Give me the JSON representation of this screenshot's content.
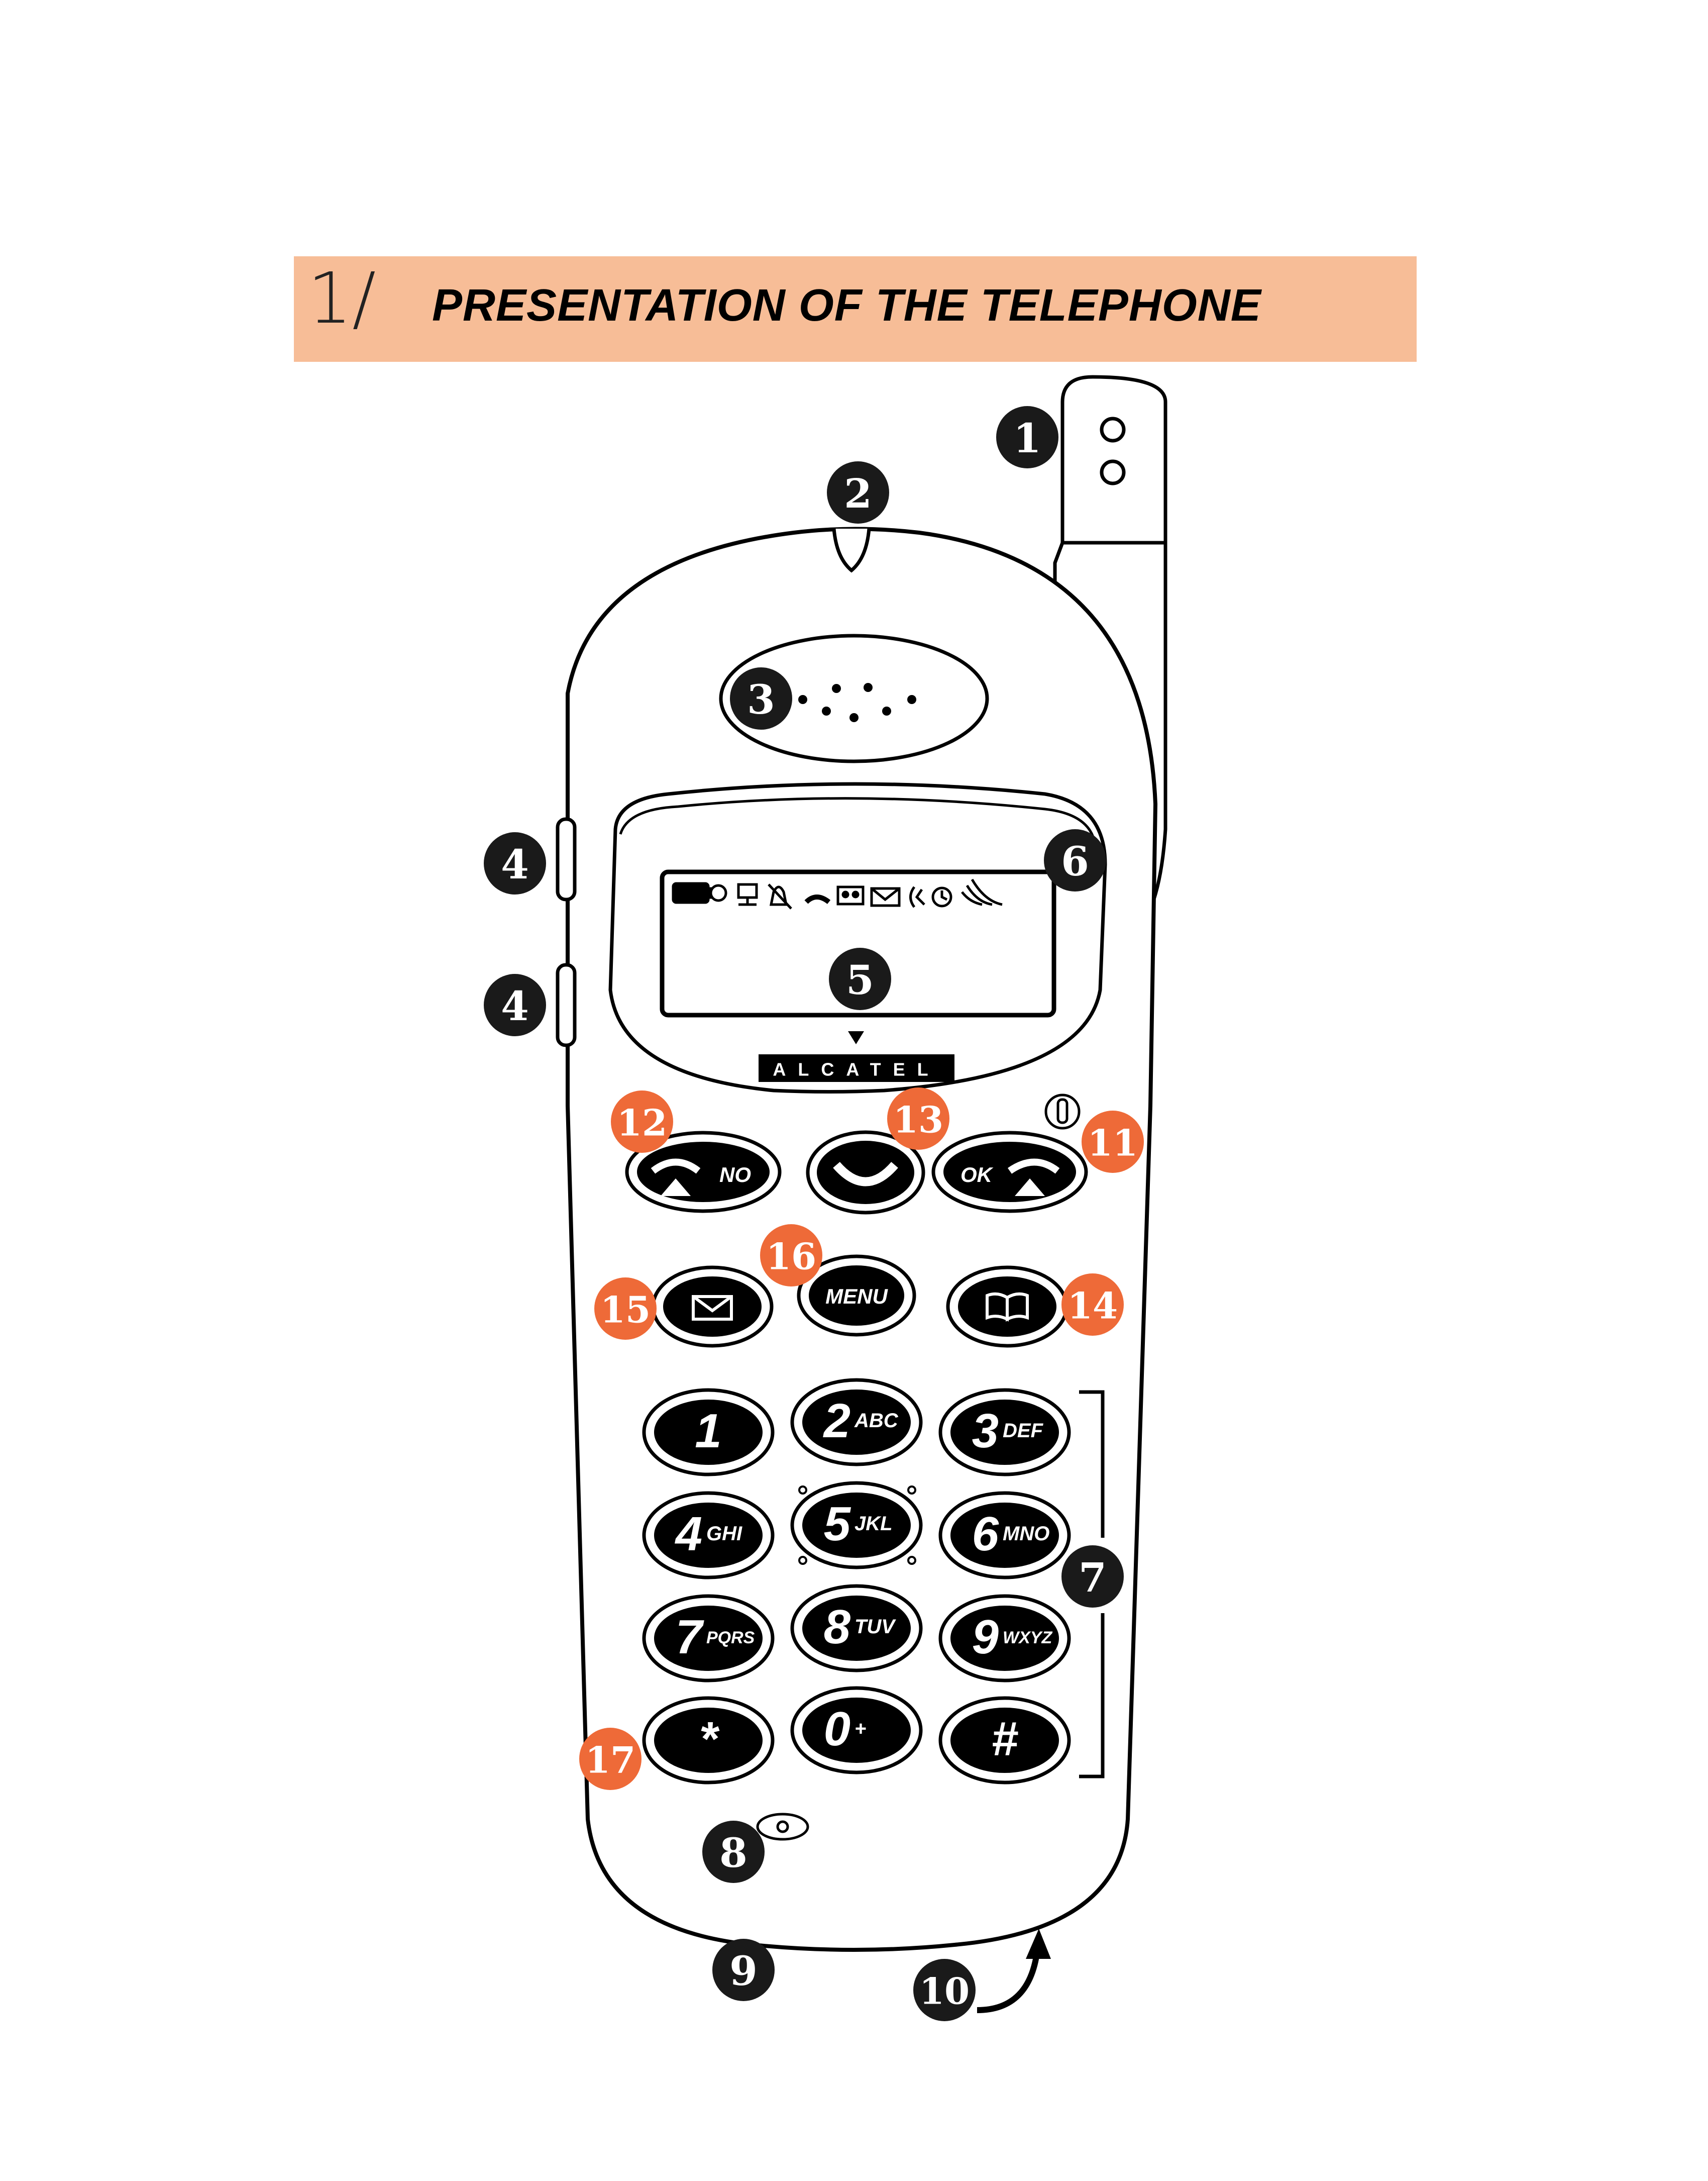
{
  "header": {
    "section_number": "1/",
    "title": "PRESENTATION OF THE TELEPHONE",
    "banner_color": "#f7bd97"
  },
  "display": {
    "brand": "ALCATEL",
    "icons": [
      "battery-icon",
      "network-icon",
      "silent-bell-icon",
      "handset-icon",
      "phonebook-card-icon",
      "envelope-icon",
      "call-forward-icon",
      "clock-icon",
      "signal-icon"
    ]
  },
  "callouts": {
    "black": [
      "1",
      "2",
      "3",
      "4",
      "4",
      "5",
      "6",
      "7",
      "8",
      "9",
      "10"
    ],
    "orange": [
      "11",
      "12",
      "13",
      "14",
      "15",
      "16",
      "17"
    ],
    "black_color": "#1a1a1a",
    "orange_color": "#ee6a38"
  },
  "function_keys": {
    "no_label": "NO",
    "ok_label": "OK",
    "menu_label": "MENU"
  },
  "keypad": [
    {
      "digit": "1",
      "letters": ""
    },
    {
      "digit": "2",
      "letters": "ABC"
    },
    {
      "digit": "3",
      "letters": "DEF"
    },
    {
      "digit": "4",
      "letters": "GHI"
    },
    {
      "digit": "5",
      "letters": "JKL"
    },
    {
      "digit": "6",
      "letters": "MNO"
    },
    {
      "digit": "7",
      "letters": "PQRS"
    },
    {
      "digit": "8",
      "letters": "TUV"
    },
    {
      "digit": "9",
      "letters": "WXYZ"
    },
    {
      "digit": "*",
      "letters": ""
    },
    {
      "digit": "0",
      "letters": "+"
    },
    {
      "digit": "#",
      "letters": ""
    }
  ]
}
